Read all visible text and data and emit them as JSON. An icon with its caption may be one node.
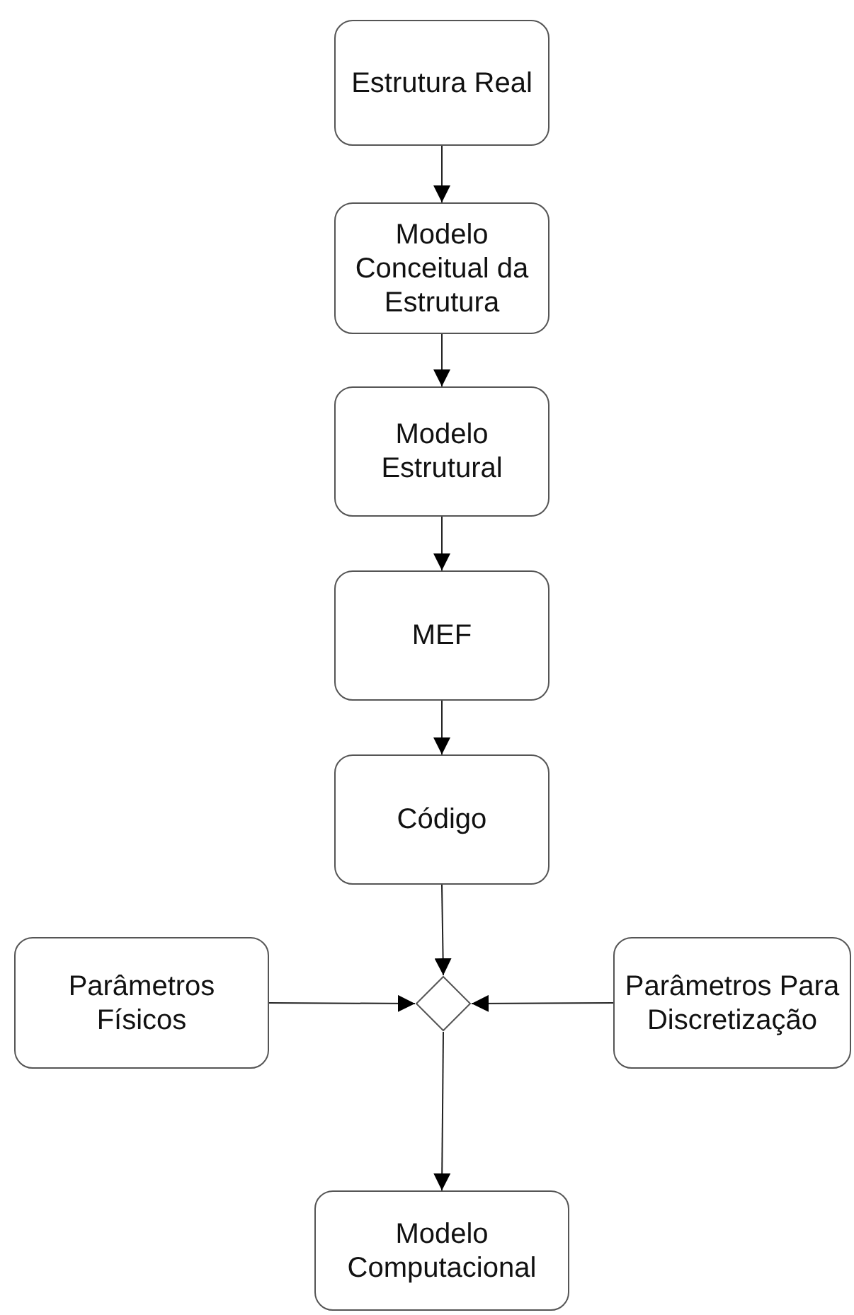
{
  "diagram": {
    "nodes": [
      {
        "text": [
          "Estrutura Real"
        ]
      },
      {
        "text": [
          "Modelo Conceitual da Estrutura"
        ]
      },
      {
        "text": [
          "Modelo Estrutural"
        ]
      },
      {
        "text": [
          "MEF"
        ]
      },
      {
        "text": [
          "Código"
        ]
      },
      {
        "text": [
          "Parâmetros Físicos"
        ]
      },
      {
        "text": [],
        "shape": "diamond"
      },
      {
        "text": [
          "Parâmetros Para Discretização"
        ]
      },
      {
        "text": [
          "Modelo Computacional"
        ]
      }
    ],
    "edges": [
      {
        "from": 0,
        "to": 1,
        "arrow": "to"
      },
      {
        "from": 1,
        "to": 2,
        "arrow": "to"
      },
      {
        "from": 2,
        "to": 3,
        "arrow": "to"
      },
      {
        "from": 3,
        "to": 4,
        "arrow": "to"
      },
      {
        "from": 4,
        "to": 6,
        "arrow": "to"
      },
      {
        "from": 5,
        "to": 6,
        "arrow": "to"
      },
      {
        "from": 7,
        "to": 6,
        "arrow": "to"
      },
      {
        "from": 6,
        "to": 8,
        "arrow": "to"
      }
    ]
  }
}
